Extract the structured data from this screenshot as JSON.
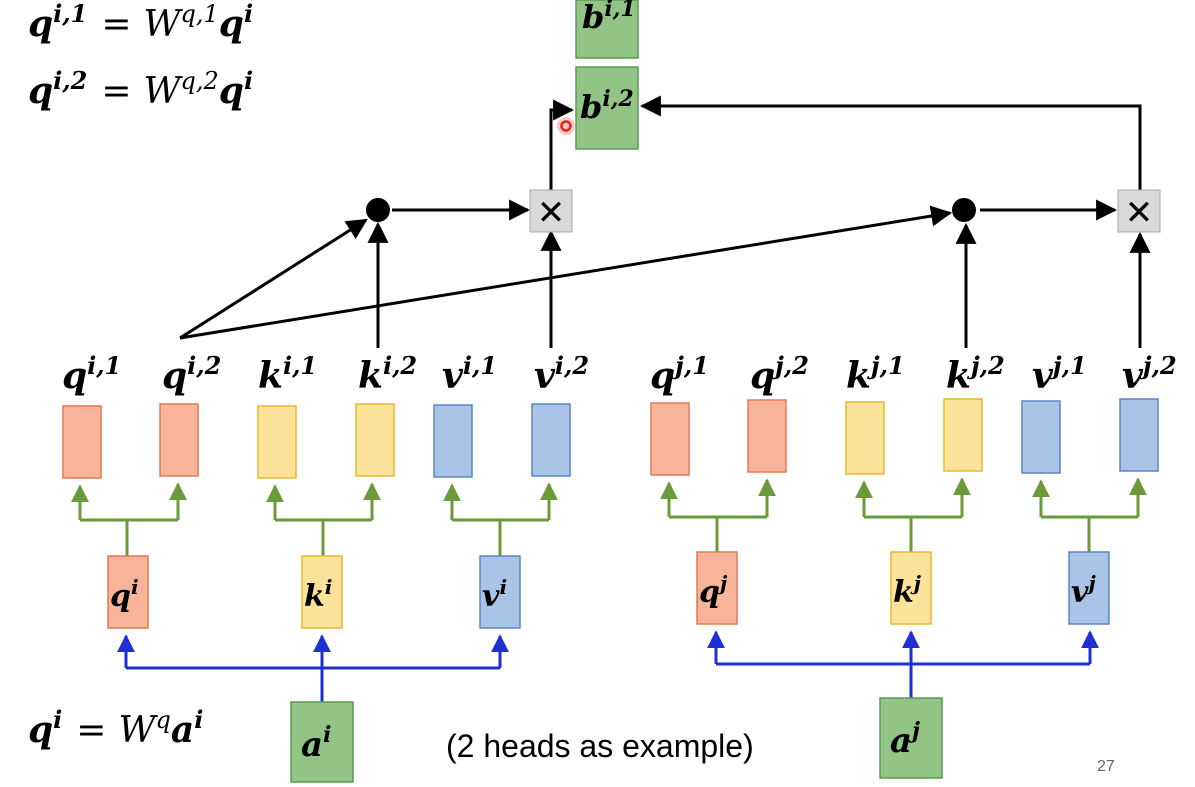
{
  "formulas": {
    "q_i1": {
      "lhs_base": "q",
      "lhs_sup": "i,1",
      "eq": "=",
      "w_base": "W",
      "w_sup": "q,1",
      "rhs_base": "q",
      "rhs_sup": "i"
    },
    "q_i2": {
      "lhs_base": "q",
      "lhs_sup": "i,2",
      "eq": "=",
      "w_base": "W",
      "w_sup": "q,2",
      "rhs_base": "q",
      "rhs_sup": "i"
    },
    "q_i": {
      "lhs_base": "q",
      "lhs_sup": "i",
      "eq": "=",
      "w_base": "W",
      "w_sup": "q",
      "rhs_base": "a",
      "rhs_sup": "i"
    }
  },
  "outputs": {
    "b_i1": {
      "base": "b",
      "sup": "i,1"
    },
    "b_i2": {
      "base": "b",
      "sup": "i,2"
    }
  },
  "heads_i": [
    {
      "base": "q",
      "sup": "i,1"
    },
    {
      "base": "q",
      "sup": "i,2"
    },
    {
      "base": "k",
      "sup": "i,1"
    },
    {
      "base": "k",
      "sup": "i,2"
    },
    {
      "base": "v",
      "sup": "i,1"
    },
    {
      "base": "v",
      "sup": "i,2"
    }
  ],
  "heads_j": [
    {
      "base": "q",
      "sup": "j,1"
    },
    {
      "base": "q",
      "sup": "j,2"
    },
    {
      "base": "k",
      "sup": "j,1"
    },
    {
      "base": "k",
      "sup": "j,2"
    },
    {
      "base": "v",
      "sup": "j,1"
    },
    {
      "base": "v",
      "sup": "j,2"
    }
  ],
  "mid_i": [
    {
      "base": "q",
      "sup": "i"
    },
    {
      "base": "k",
      "sup": "i"
    },
    {
      "base": "v",
      "sup": "i"
    }
  ],
  "mid_j": [
    {
      "base": "q",
      "sup": "j"
    },
    {
      "base": "k",
      "sup": "j"
    },
    {
      "base": "v",
      "sup": "j"
    }
  ],
  "inputs": {
    "a_i": {
      "base": "a",
      "sup": "i"
    },
    "a_j": {
      "base": "a",
      "sup": "j"
    }
  },
  "multiply_symbol": "✕",
  "caption": "(2 heads as example)",
  "page_number": "27",
  "colors": {
    "q_fill": "#f7b49b",
    "q_stroke": "#e07a50",
    "k_fill": "#fde29a",
    "k_stroke": "#e8b830",
    "v_fill": "#a9c4e6",
    "v_stroke": "#5a86c0",
    "b_fill": "#92c486",
    "b_stroke": "#5e9a52",
    "green_line": "#6a9a3a",
    "blue_line": "#1f2fd6",
    "mult_fill": "#d9d9d9",
    "cursor": "#e8231e"
  }
}
